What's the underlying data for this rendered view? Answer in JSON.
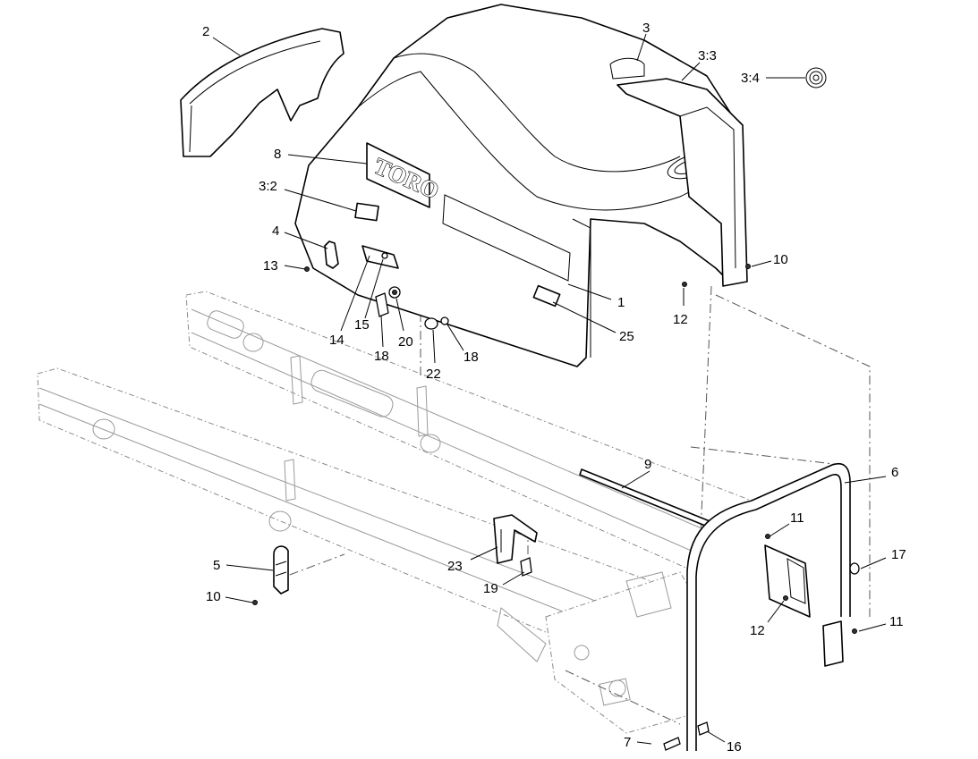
{
  "diagram": {
    "brand_text": "TORO",
    "callouts": [
      {
        "id": "c-2",
        "text": "2"
      },
      {
        "id": "c-3",
        "text": "3"
      },
      {
        "id": "c-3-3",
        "text": "3:3"
      },
      {
        "id": "c-3-4",
        "text": "3:4"
      },
      {
        "id": "c-8",
        "text": "8"
      },
      {
        "id": "c-3-2",
        "text": "3:2"
      },
      {
        "id": "c-4",
        "text": "4"
      },
      {
        "id": "c-13",
        "text": "13"
      },
      {
        "id": "c-10a",
        "text": "10"
      },
      {
        "id": "c-1",
        "text": "1"
      },
      {
        "id": "c-12a",
        "text": "12"
      },
      {
        "id": "c-14",
        "text": "14"
      },
      {
        "id": "c-15",
        "text": "15"
      },
      {
        "id": "c-20",
        "text": "20"
      },
      {
        "id": "c-18a",
        "text": "18"
      },
      {
        "id": "c-22",
        "text": "22"
      },
      {
        "id": "c-18b",
        "text": "18"
      },
      {
        "id": "c-25",
        "text": "25"
      },
      {
        "id": "c-9",
        "text": "9"
      },
      {
        "id": "c-6",
        "text": "6"
      },
      {
        "id": "c-11a",
        "text": "11"
      },
      {
        "id": "c-17",
        "text": "17"
      },
      {
        "id": "c-5",
        "text": "5"
      },
      {
        "id": "c-23",
        "text": "23"
      },
      {
        "id": "c-19",
        "text": "19"
      },
      {
        "id": "c-10b",
        "text": "10"
      },
      {
        "id": "c-12b",
        "text": "12"
      },
      {
        "id": "c-11b",
        "text": "11"
      },
      {
        "id": "c-7",
        "text": "7"
      },
      {
        "id": "c-16",
        "text": "16"
      }
    ]
  }
}
